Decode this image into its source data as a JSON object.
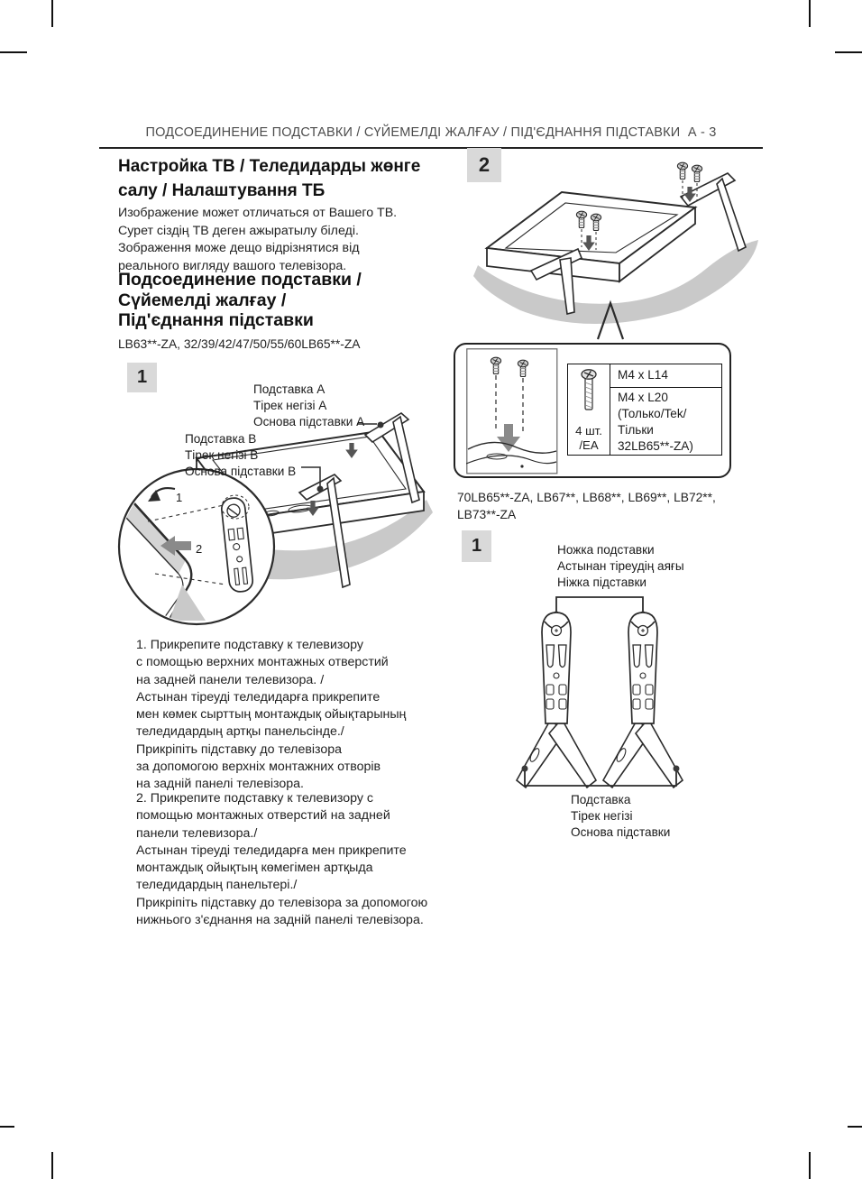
{
  "header": {
    "text": "ПОДСОЕДИНЕНИЕ ПОДСТАВКИ / СҮЙЕМЕЛДІ ЖАЛҒАУ / ПІД'ЄДНАННЯ ПІДСТАВКИ  А - 3"
  },
  "left": {
    "title": [
      "Настройка ТВ / Теледидарды жөнге",
      "салу / Налаштування ТБ"
    ],
    "intro": [
      "Изображение может отличаться от Вашего ТВ.",
      "Сурет сіздің ТВ деген ажыратылу біледі.",
      "Зображення може дещо відрізнятися від",
      "реального вигляду вашого телевізора."
    ],
    "section_title": [
      "Подсоединение подставки /",
      "Сүйемелді жалғау /",
      "Під'єднання підставки"
    ],
    "models": "LB63**-ZA, 32/39/42/47/50/55/60LB65**-ZA",
    "step_number": "1",
    "stand_a_label": [
      "Подставка A",
      "Тірек негізі A",
      "Основа підставки A"
    ],
    "stand_b_label": [
      "Подставка B",
      "Тірек негізі B",
      "Основа підставки B"
    ],
    "inset": {
      "num1": "1",
      "num2": "2"
    },
    "instruction_1": [
      "1. Прикрепите подставку к телевизору",
      "с помощью верхних монтажных отверстий",
      "на задней панели телевизора. /",
      "Астынан тіреуді теледидарға прикрепите",
      "мен көмек сырттың монтаждық ойықтарының",
      "теледидардың артқы панельсінде./",
      "Прикріпіть підставку до телевізора",
      "за допомогою верхніх монтажних отворів",
      "на задній панелі телевізора."
    ],
    "instruction_2": [
      "2. Прикрепите подставку к телевизору с",
      "помощью монтажных отверстий на задней",
      "панели телевизора./",
      "Астынан тіреуді теледидарға мен прикрепите",
      "монтаждық ойықтың көмегімен артқыда",
      "теледидардың панельтері./",
      "Прикріпіть підставку до телевізора за допомогою",
      "нижнього з'єднання на задній панелі телевізора."
    ]
  },
  "right": {
    "step2_number": "2",
    "screw_table": {
      "qty": [
        "4 шт.",
        "/EA"
      ],
      "row1": "M4 x L14",
      "row2": [
        "M4 x L20",
        "(Только/Tek/",
        "Тільки",
        " 32LB65**-ZA)"
      ]
    },
    "models": [
      "70LB65**-ZA, LB67**, LB68**, LB69**, LB72**,",
      "LB73**-ZA"
    ],
    "step1_number": "1",
    "leg_label": [
      "Ножка подставки",
      "Астынан тіреудің аяғы",
      "Ніжка підставки"
    ],
    "base_label": [
      "Подставка",
      "Тірек негізі",
      "Основа підставки"
    ]
  },
  "colors": {
    "ink": "#2b2b2b",
    "shadow_gray": "#c9c9c9",
    "badge_gray": "#d9d9d9",
    "header_gray": "#4c4c4c",
    "arrow_gray": "#8a8a8a"
  }
}
